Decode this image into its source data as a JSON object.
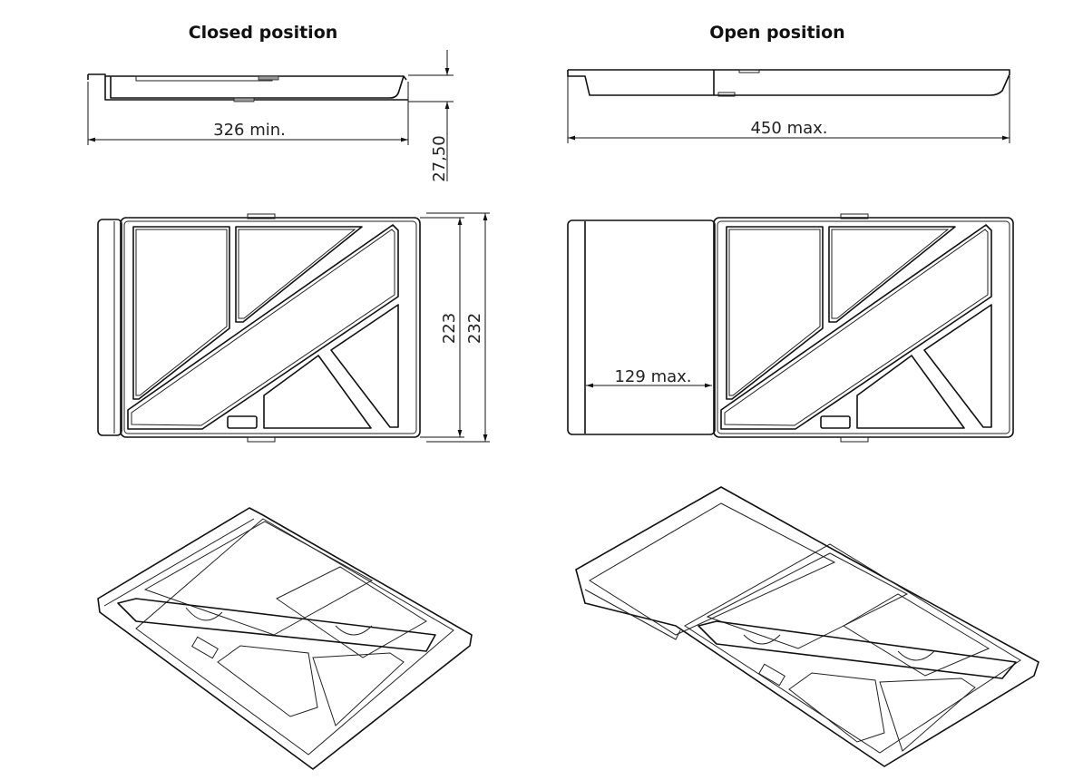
{
  "titles": {
    "closed": "Closed position",
    "open": "Open position"
  },
  "dimensions": {
    "closed_length": "326 min.",
    "height": "27,50",
    "open_length": "450 max.",
    "inner_depth": "223",
    "outer_depth": "232",
    "extension": "129 max."
  }
}
